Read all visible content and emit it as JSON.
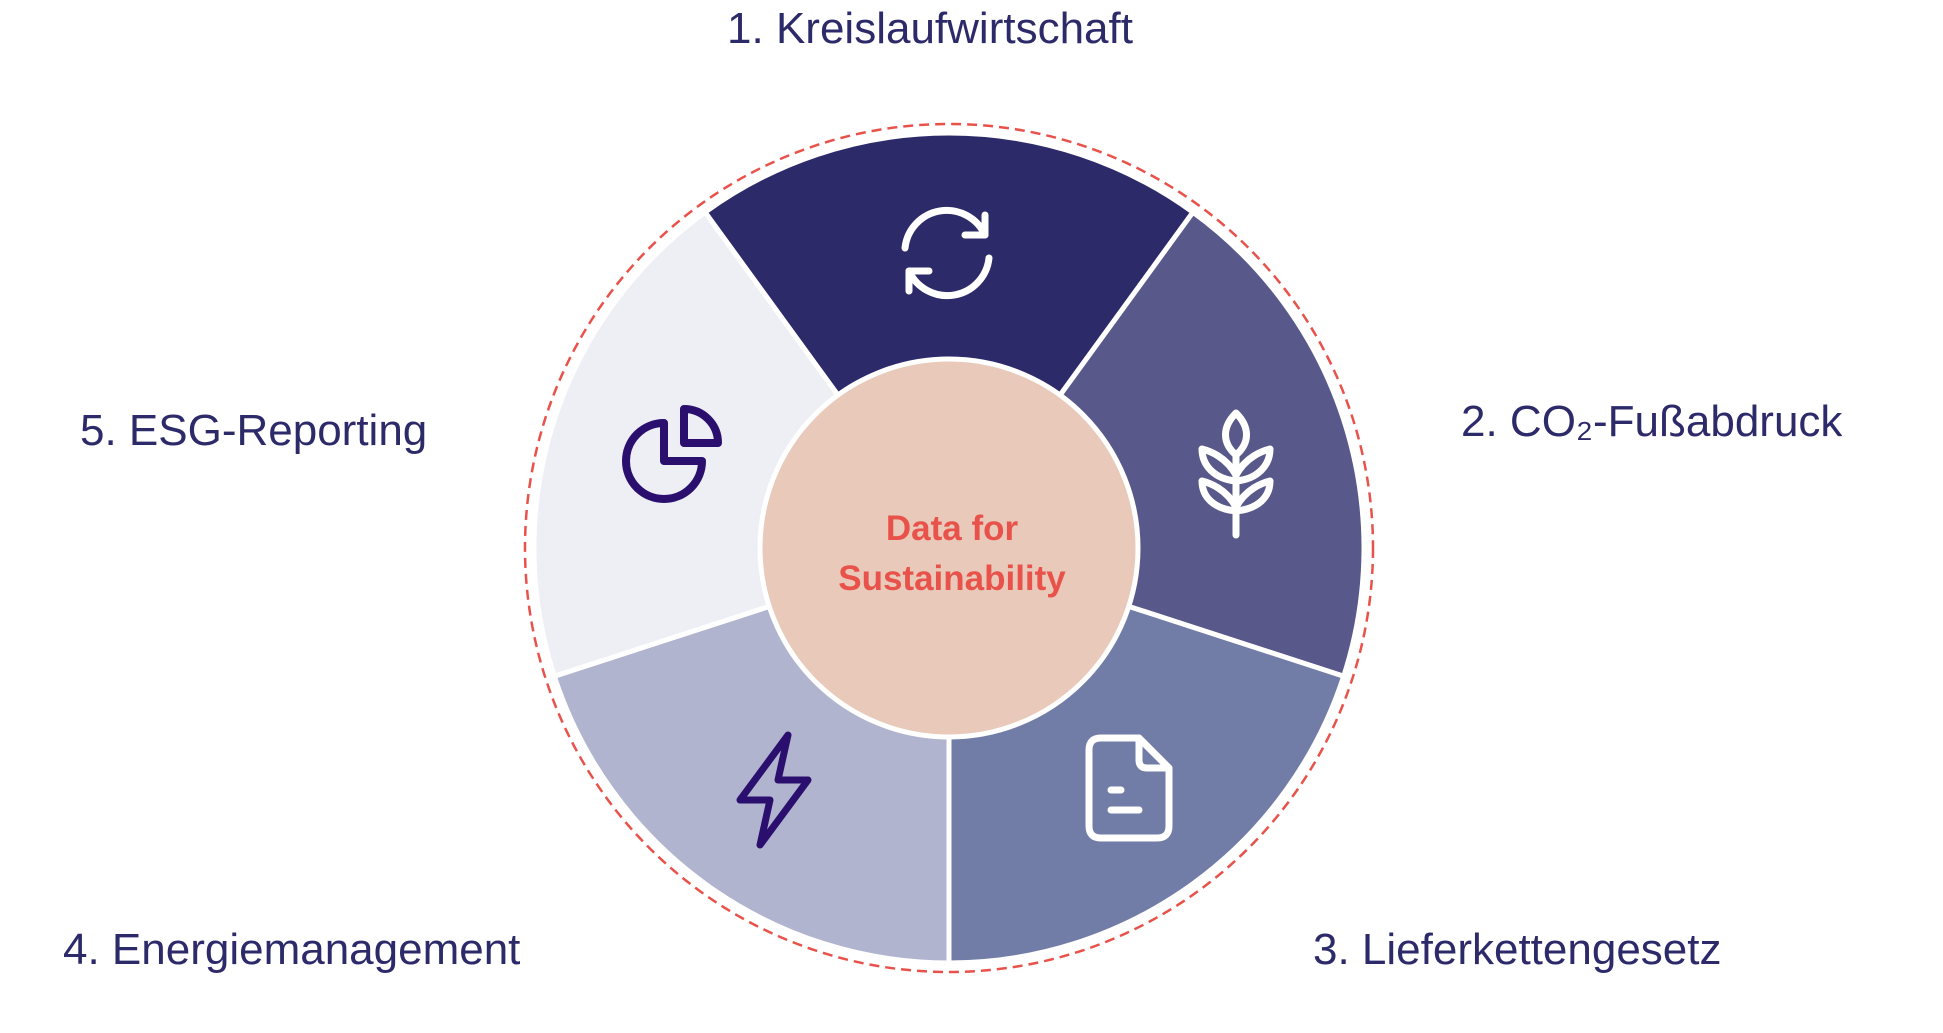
{
  "title": "Data for Sustainability",
  "center": {
    "line1": "Data for",
    "line2": "Sustainability"
  },
  "segments": [
    {
      "label": "1. Kreislaufwirtschaft",
      "icon": "refresh-icon",
      "color": "#2d2a6a"
    },
    {
      "label": "2. CO₂-Fußabdruck",
      "icon": "wheat-icon",
      "color": "#58598a"
    },
    {
      "label": "3. Lieferkettengesetz",
      "icon": "document-icon",
      "color": "#717da6"
    },
    {
      "label": "4. Energiemanagement",
      "icon": "lightning-icon",
      "color": "#b0b4ce"
    },
    {
      "label": "5. ESG-Reporting",
      "icon": "pie-chart-icon",
      "color": "#eeeff5"
    }
  ],
  "colors": {
    "center": "#e8c9ba",
    "accent": "#e8524a",
    "text": "#2d2a6a",
    "icon_dark": "#2a0f6e"
  }
}
